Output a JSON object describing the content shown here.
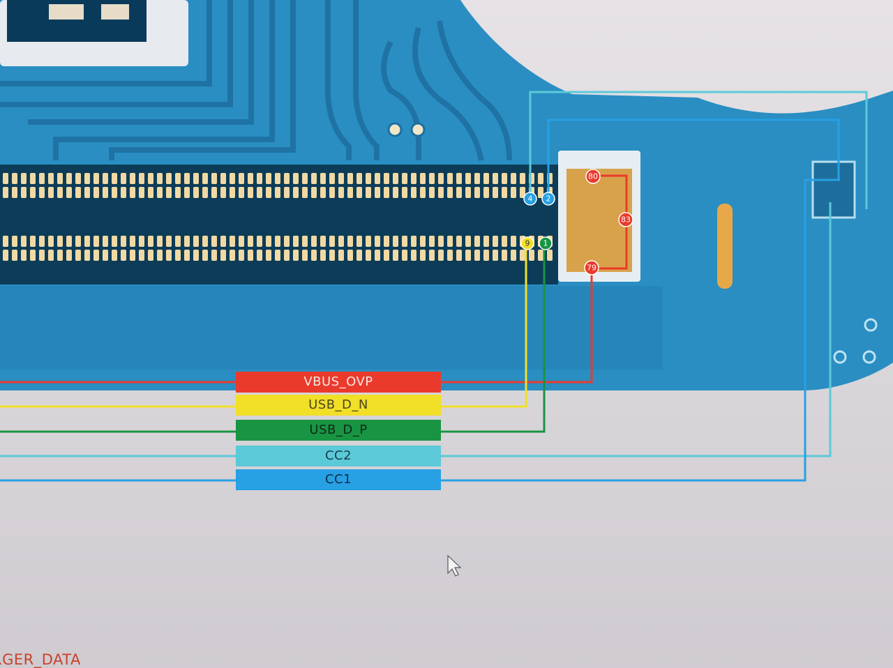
{
  "nets": [
    {
      "label": "VBUS_OVP",
      "color": "#ea3a2c"
    },
    {
      "label": "USB_D_N",
      "color": "#f1df28"
    },
    {
      "label": "USB_D_P",
      "color": "#189443"
    },
    {
      "label": "CC2",
      "color": "#5cc9d8"
    },
    {
      "label": "CC1",
      "color": "#27a0e4"
    }
  ],
  "pins": {
    "cc1_pin": "4",
    "cc2_pin": "2",
    "dn_pin": "9",
    "dp_pin": "1",
    "vbus_top": "80",
    "vbus_right": "83",
    "vbus_bottom": "79"
  },
  "bottom_text": "RGER_DATA",
  "pcb_color": "#2a8ec2"
}
